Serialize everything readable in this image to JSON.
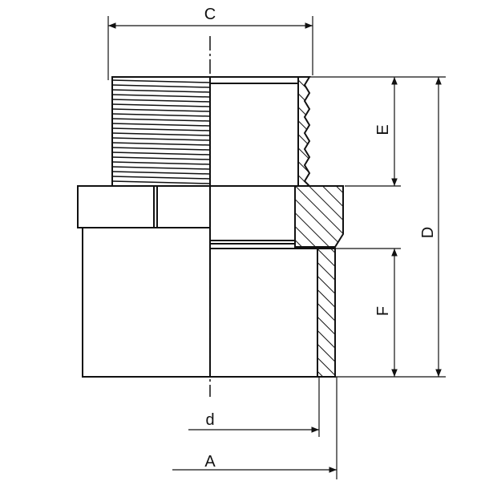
{
  "diagram": {
    "dimension_labels": {
      "C": "C",
      "E": "E",
      "D": "D",
      "F": "F",
      "d": "d",
      "A": "A"
    },
    "line_color": "#111111",
    "background": "#ffffff"
  }
}
